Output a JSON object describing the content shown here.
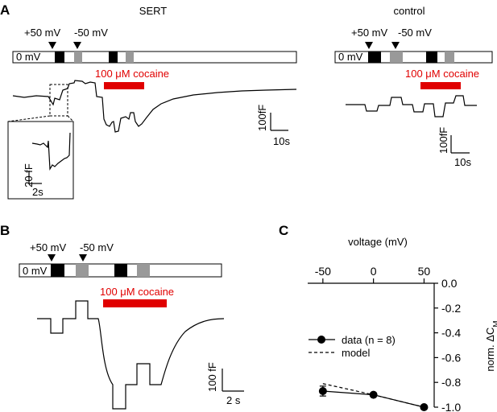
{
  "panel_a": {
    "letter": "A",
    "sert": {
      "title": "SERT",
      "arrow_pos": "+50 mV",
      "arrow_neg": "-50 mV",
      "hold_label": "0 mV",
      "drug_label": "100 μM cocaine",
      "scale_y": "100fF",
      "scale_x": "10s",
      "inset_scale_y": "20 fF",
      "inset_scale_x": "2s"
    },
    "control": {
      "title": "control",
      "arrow_pos": "+50 mV",
      "arrow_neg": "-50 mV",
      "hold_label": "0 mV",
      "drug_label": "100 μM cocaine",
      "scale_y": "100fF",
      "scale_x": "10s"
    }
  },
  "panel_b": {
    "letter": "B",
    "arrow_pos": "+50 mV",
    "arrow_neg": "-50 mV",
    "hold_label": "0 mV",
    "drug_label": "100 μM cocaine",
    "scale_y": "100 fF",
    "scale_x": "2 s"
  },
  "panel_c": {
    "letter": "C"
  },
  "colors": {
    "drug_bar": "#e00000",
    "pulse_pos": "#000000",
    "pulse_neg": "#999999"
  },
  "chart_data": {
    "type": "scatter",
    "xlabel": "voltage (mV)",
    "ylabel": "norm. ΔC",
    "ylabel_sub": "M",
    "xlim": [
      -65,
      60
    ],
    "ylim": [
      -1.0,
      0.0
    ],
    "x_ticks": [
      "-50",
      "0",
      "50"
    ],
    "y_ticks": [
      "0.0",
      "-0.2",
      "-0.4",
      "-0.6",
      "-0.8",
      "-1.0"
    ],
    "x_axis_position": "top",
    "y_axis_position": "right",
    "legend": {
      "placement": "left",
      "entries": [
        "data (n = 8)",
        "model"
      ]
    },
    "series": [
      {
        "name": "data (n = 8)",
        "style": "points-with-line",
        "x": [
          -50,
          0,
          50
        ],
        "y": [
          -0.87,
          -0.9,
          -1.0
        ],
        "err": [
          0.04,
          0.0,
          0.0
        ]
      },
      {
        "name": "model",
        "style": "dashed",
        "x": [
          -50,
          0,
          50
        ],
        "y": [
          -0.81,
          -0.9,
          -1.0
        ]
      }
    ]
  }
}
